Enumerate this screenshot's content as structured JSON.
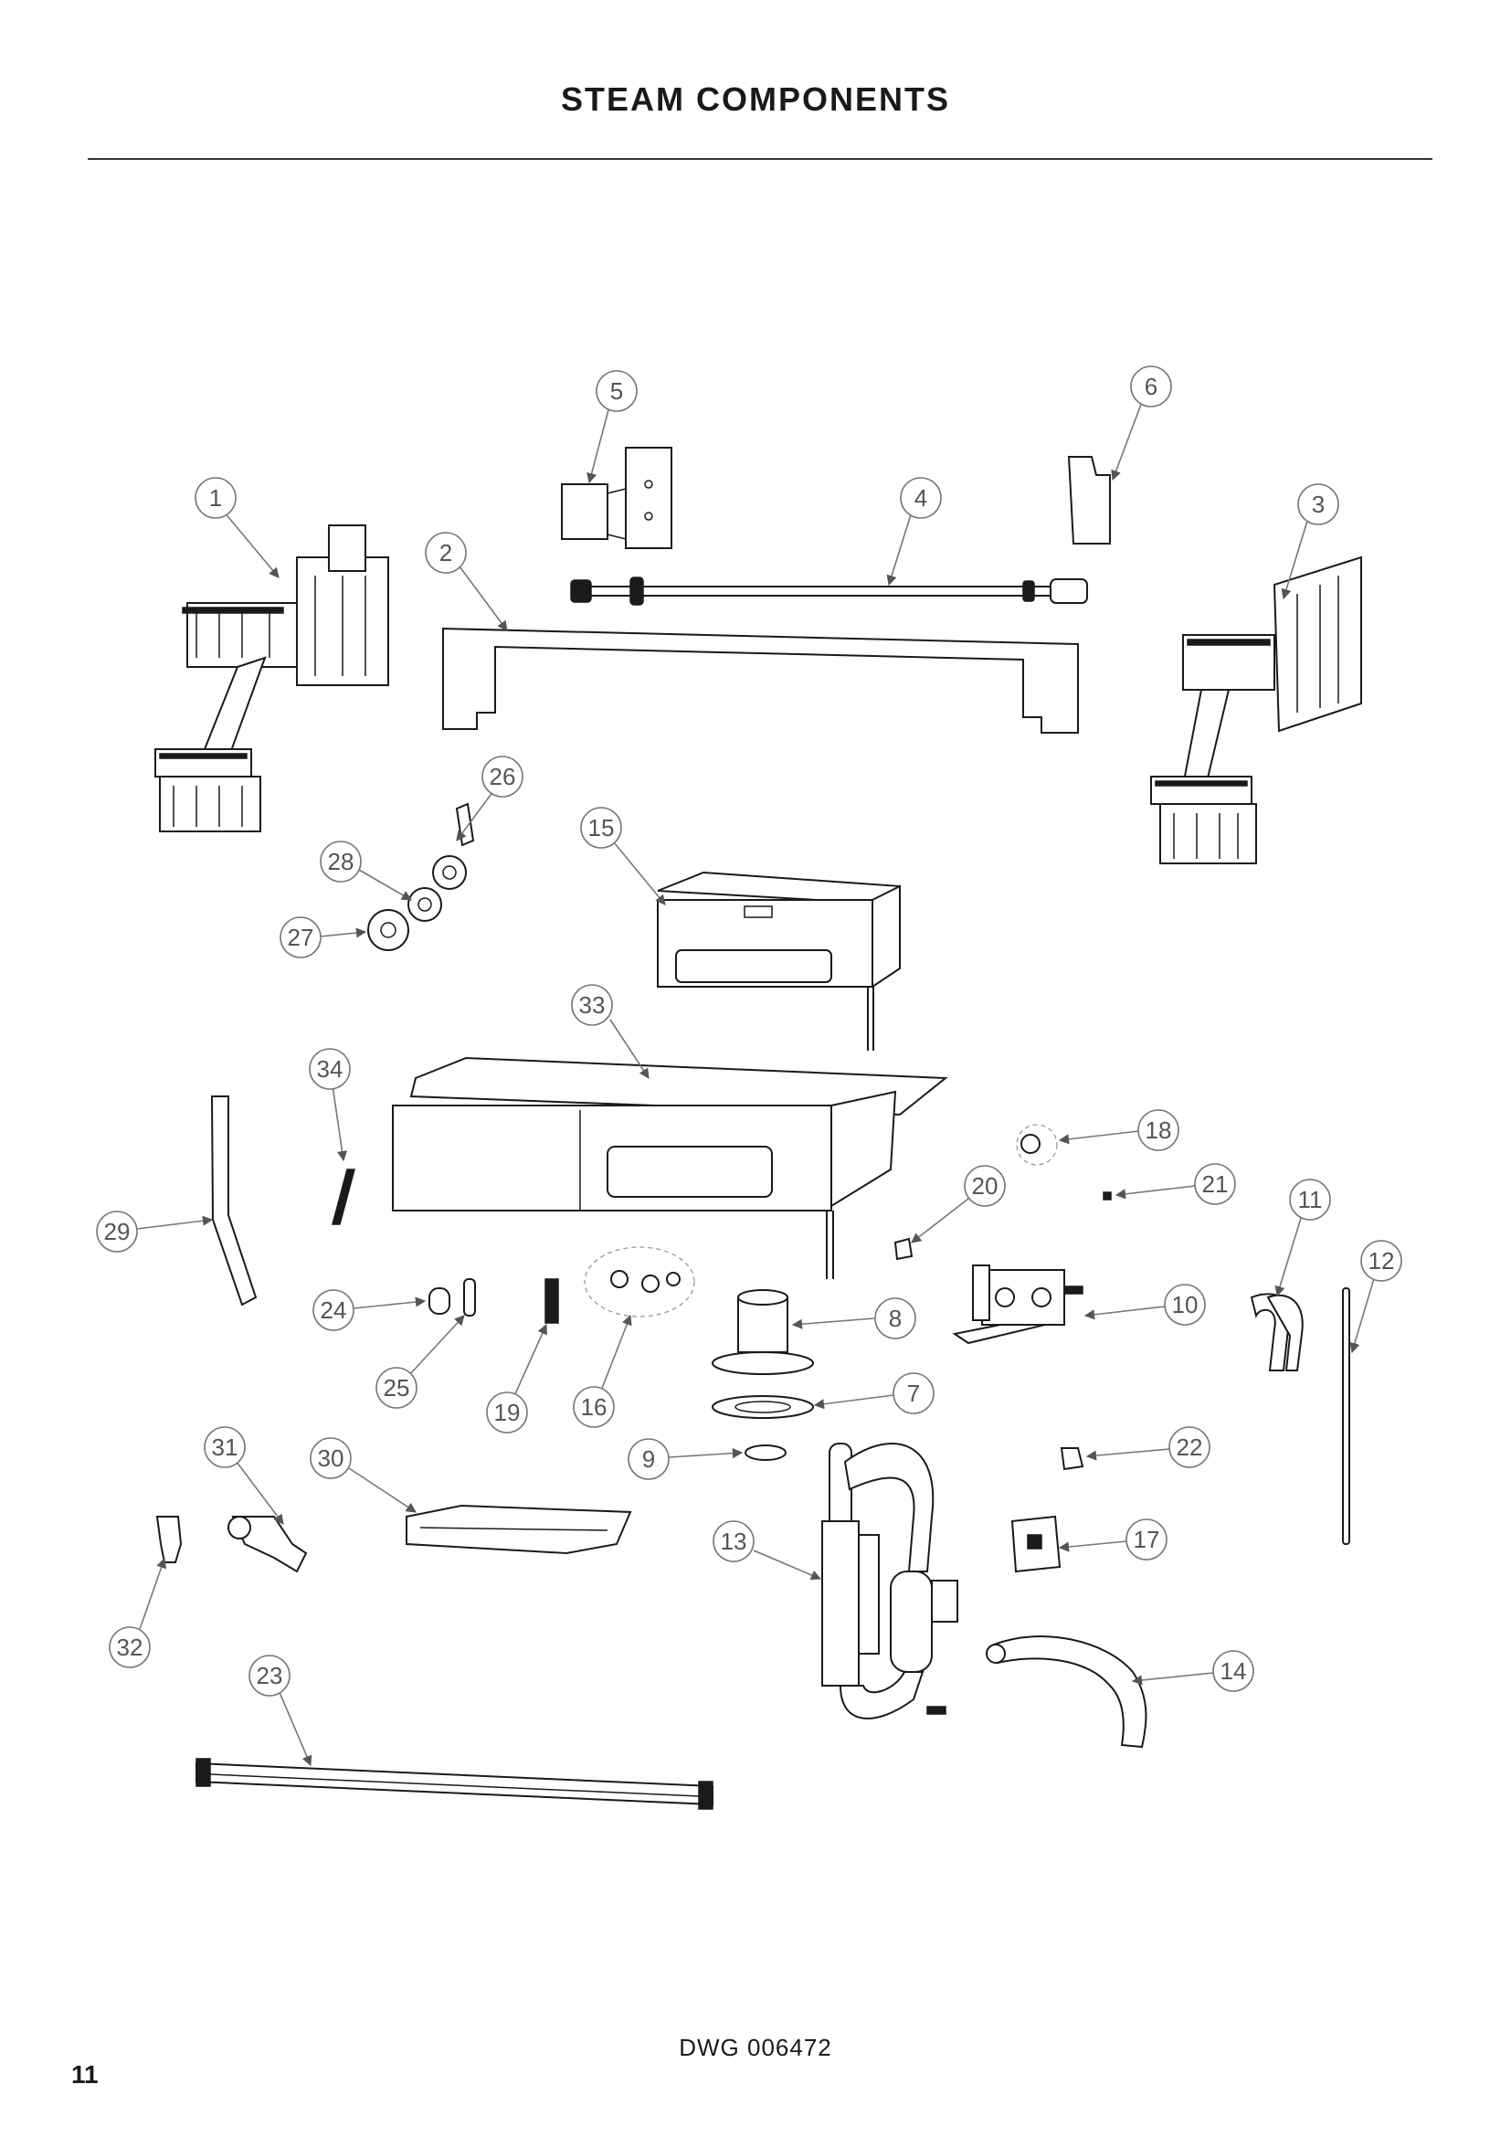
{
  "page_title": "STEAM COMPONENTS",
  "drawing_number": "DWG 006472",
  "page_number": "11",
  "callouts": [
    "1",
    "2",
    "3",
    "4",
    "5",
    "6",
    "7",
    "8",
    "9",
    "10",
    "11",
    "12",
    "13",
    "14",
    "15",
    "16",
    "17",
    "18",
    "19",
    "20",
    "21",
    "22",
    "23",
    "24",
    "25",
    "26",
    "27",
    "28",
    "29",
    "30",
    "31",
    "32",
    "33",
    "34"
  ]
}
